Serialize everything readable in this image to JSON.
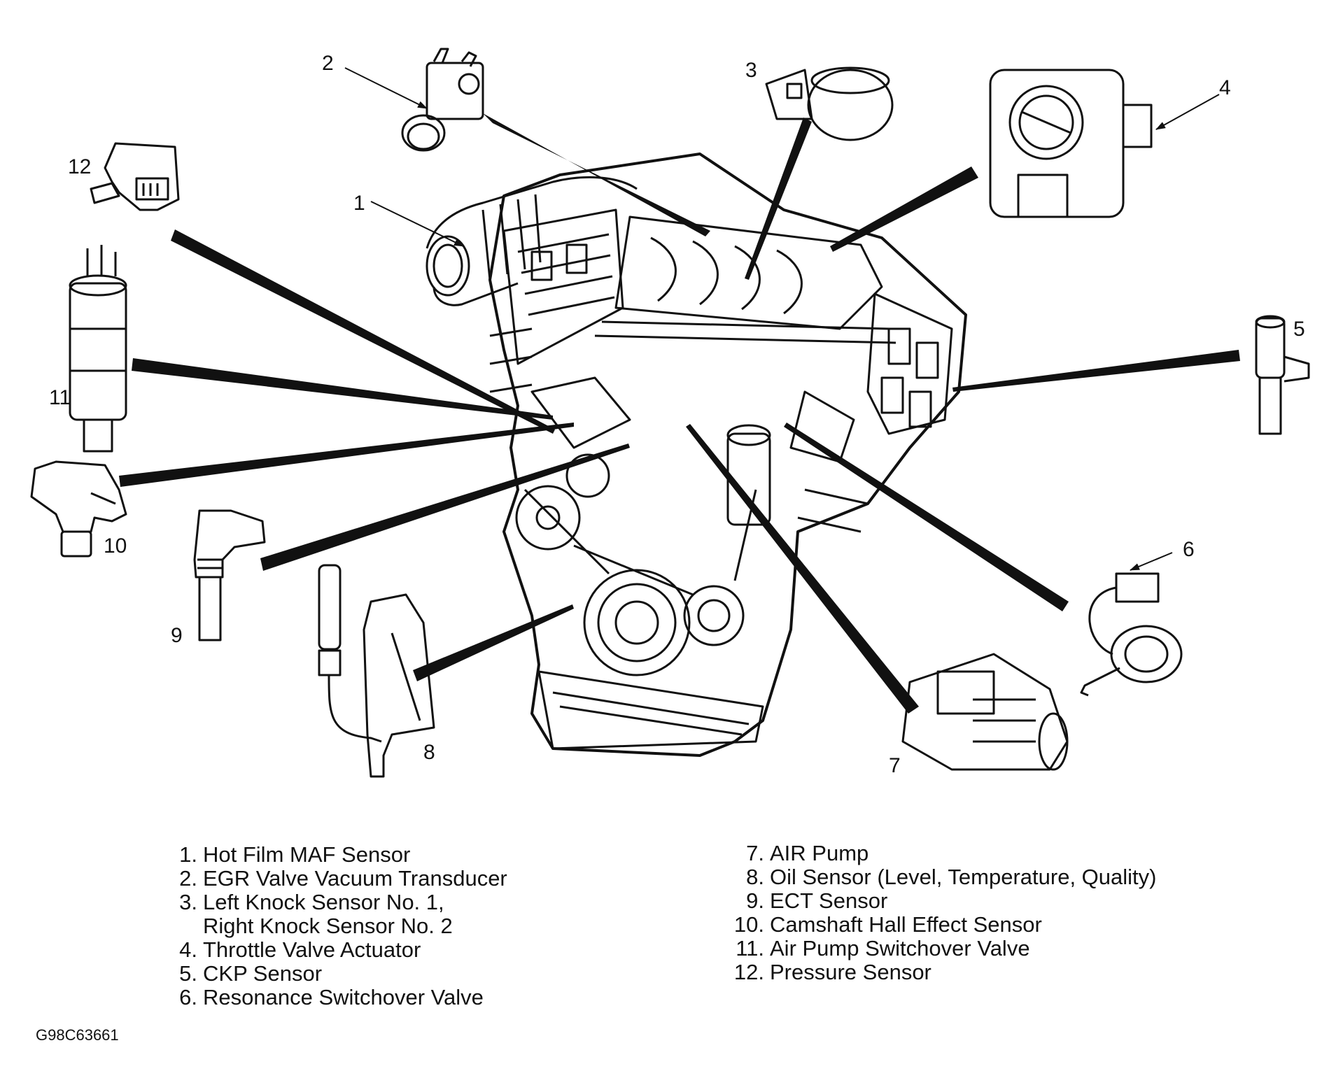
{
  "callouts": [
    "1",
    "2",
    "3",
    "4",
    "5",
    "6",
    "7",
    "8",
    "9",
    "10",
    "11",
    "12"
  ],
  "legend_left": [
    {
      "num": "1.",
      "text": "Hot Film MAF Sensor"
    },
    {
      "num": "2.",
      "text": "EGR Valve Vacuum Transducer"
    },
    {
      "num": "3.",
      "text": "Left Knock Sensor No. 1,"
    },
    {
      "num": "",
      "text": "Right Knock Sensor No. 2"
    },
    {
      "num": "4.",
      "text": "Throttle Valve Actuator"
    },
    {
      "num": "5.",
      "text": "CKP Sensor"
    },
    {
      "num": "6.",
      "text": "Resonance Switchover Valve"
    }
  ],
  "legend_right": [
    {
      "num": "7.",
      "text": "AIR Pump"
    },
    {
      "num": "8.",
      "text": "Oil Sensor (Level, Temperature, Quality)"
    },
    {
      "num": "9.",
      "text": "ECT Sensor"
    },
    {
      "num": "10.",
      "text": "Camshaft Hall Effect Sensor"
    },
    {
      "num": "11.",
      "text": "Air Pump Switchover Valve"
    },
    {
      "num": "12.",
      "text": "Pressure Sensor"
    }
  ],
  "figure_code": "G98C63661",
  "colors": {
    "ink": "#111111",
    "background": "#ffffff"
  }
}
